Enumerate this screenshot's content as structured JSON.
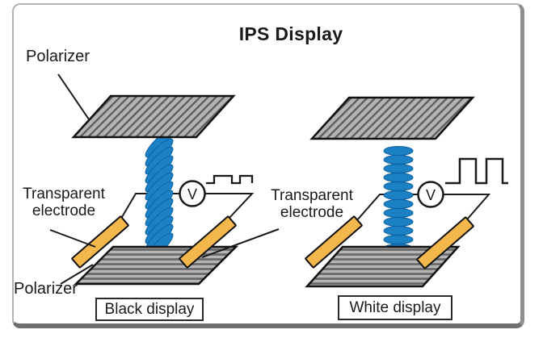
{
  "title": "IPS Display",
  "labels": {
    "polarizer_top": "Polarizer",
    "transparent_electrode_left": "Transparent electrode",
    "transparent_electrode_middle": "Transparent electrode",
    "polarizer_bottom": "Polarizer"
  },
  "diagrams": {
    "black": {
      "caption": "Black display",
      "voltage_symbol": "V",
      "crystal_state": "twisted-helix",
      "waveform": "low-amplitude-square"
    },
    "white": {
      "caption": "White display",
      "voltage_symbol": "V",
      "crystal_state": "aligned-stack",
      "waveform": "high-amplitude-square"
    }
  },
  "colors": {
    "crystal_blue": "#1b80c4",
    "crystal_blue_edge": "#0d62a0",
    "electrode_orange": "#f3b74b",
    "polarizer_fill": "#b5b5b5",
    "hatch_line": "#5f5f5f",
    "stripe_line": "#666666",
    "wire_black": "#1a1a1a"
  }
}
